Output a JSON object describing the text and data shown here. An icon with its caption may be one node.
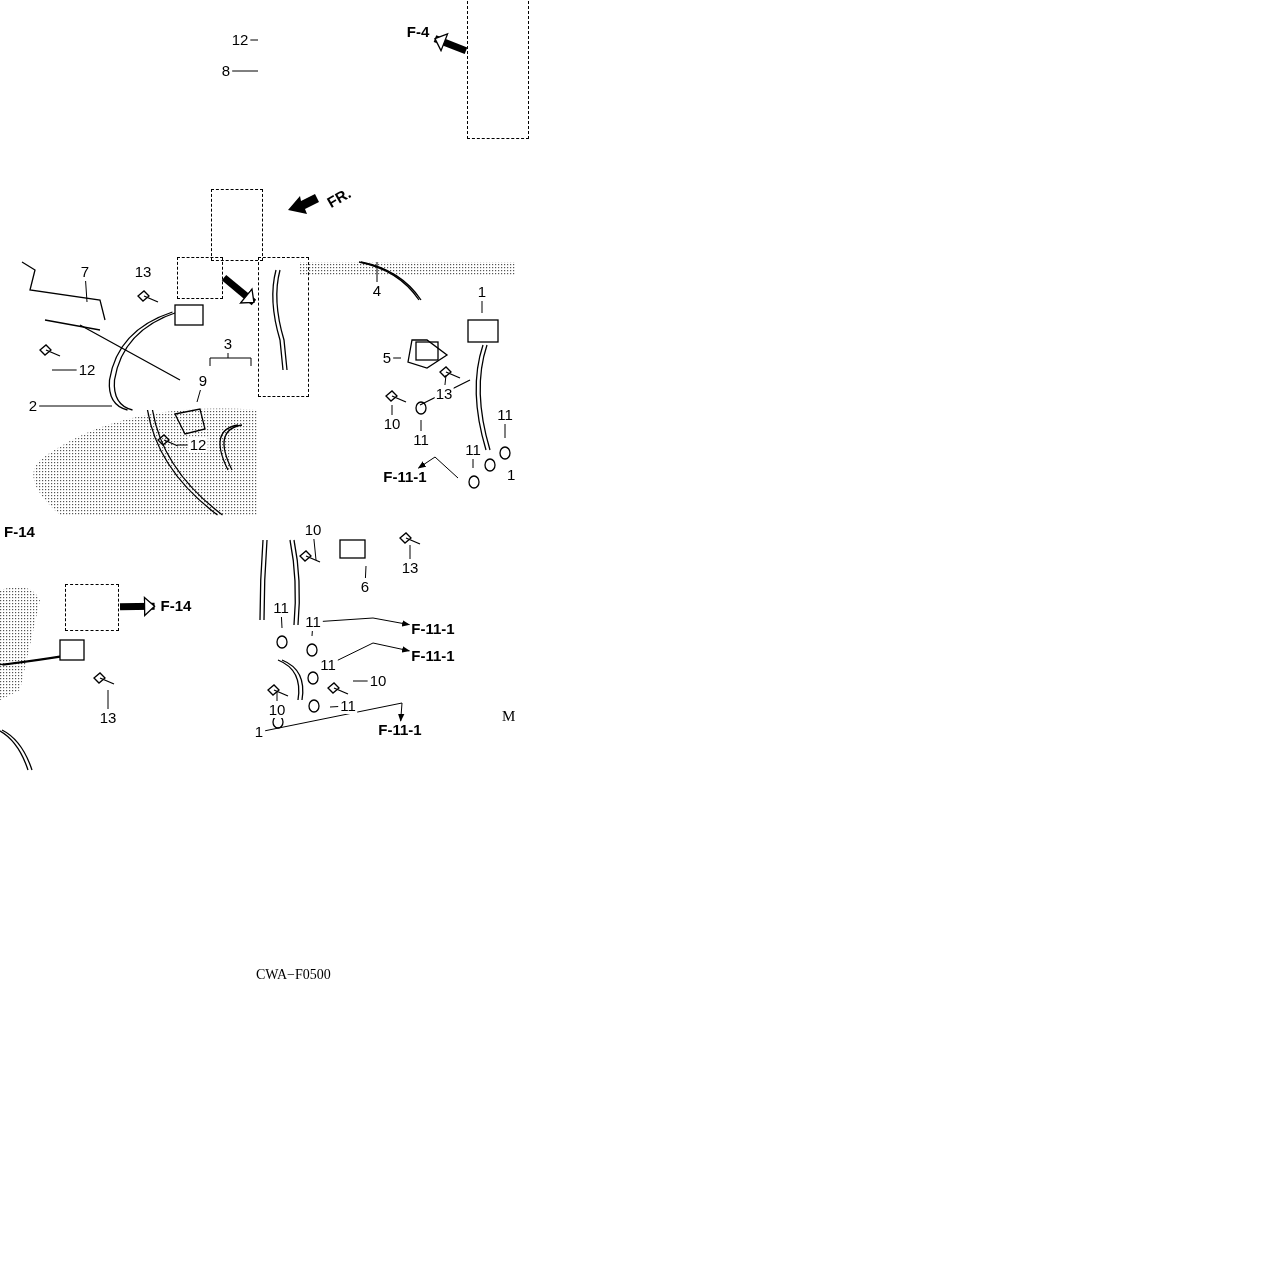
{
  "diagram": {
    "nodes": [
      {
        "text": [
          "12"
        ]
      },
      {
        "text": [
          "8"
        ]
      },
      {
        "text": [
          "F-4"
        ]
      },
      {
        "text": [],
        "shape": "box"
      },
      {
        "text": [],
        "shape": "box"
      },
      {
        "text": [
          "7"
        ]
      },
      {
        "text": [
          "13"
        ]
      },
      {
        "text": [],
        "shape": "box"
      },
      {
        "text": [],
        "shape": "box"
      },
      {
        "text": [
          "4"
        ]
      },
      {
        "text": [
          "1"
        ]
      },
      {
        "text": [
          "3"
        ]
      },
      {
        "text": [
          "5"
        ]
      },
      {
        "text": [
          "12"
        ]
      },
      {
        "text": [
          "9"
        ]
      },
      {
        "text": [
          "13"
        ]
      },
      {
        "text": [
          "2"
        ]
      },
      {
        "text": [
          "10"
        ]
      },
      {
        "text": [
          "11"
        ]
      },
      {
        "text": [
          "11"
        ]
      },
      {
        "text": [
          "12"
        ]
      },
      {
        "text": [
          "11"
        ]
      },
      {
        "text": [
          "F-11-1"
        ]
      },
      {
        "text": [
          "10"
        ]
      },
      {
        "text": [
          "13"
        ]
      },
      {
        "text": [
          "6"
        ]
      },
      {
        "text": [],
        "shape": "box"
      },
      {
        "text": [
          "F-14"
        ]
      },
      {
        "text": [
          "11"
        ]
      },
      {
        "text": [
          "11"
        ]
      },
      {
        "text": [
          "F-11-1"
        ]
      },
      {
        "text": [
          "F-11-1"
        ]
      },
      {
        "text": [
          "11"
        ]
      },
      {
        "text": [
          "10"
        ]
      },
      {
        "text": [
          "11"
        ]
      },
      {
        "text": [
          "10"
        ]
      },
      {
        "text": [
          "13"
        ]
      },
      {
        "text": [
          "F-11-1"
        ]
      },
      {
        "text": [
          "1"
        ]
      }
    ],
    "edges": [
      {
        "from": 0,
        "to": null,
        "arrow": "none"
      },
      {
        "from": 1,
        "to": null,
        "arrow": "none"
      },
      {
        "from": 3,
        "to": 2,
        "arrow": "to",
        "style": "thick"
      },
      {
        "from": 5,
        "to": null,
        "arrow": "none"
      },
      {
        "from": 7,
        "to": 8,
        "arrow": "to",
        "style": "thick"
      },
      {
        "from": 9,
        "to": null,
        "arrow": "none"
      },
      {
        "from": 10,
        "to": null,
        "arrow": "none"
      },
      {
        "from": 11,
        "to": null,
        "arrow": "none"
      },
      {
        "from": 12,
        "to": null,
        "arrow": "none"
      },
      {
        "from": 13,
        "to": null,
        "arrow": "none"
      },
      {
        "from": 14,
        "to": null,
        "arrow": "none"
      },
      {
        "from": 15,
        "to": null,
        "arrow": "none"
      },
      {
        "from": 16,
        "to": null,
        "arrow": "none"
      },
      {
        "from": 17,
        "to": null,
        "arrow": "none"
      },
      {
        "from": 18,
        "to": null,
        "arrow": "none"
      },
      {
        "from": 19,
        "to": null,
        "arrow": "none"
      },
      {
        "from": 20,
        "to": null,
        "arrow": "none"
      },
      {
        "from": 21,
        "to": null,
        "arrow": "none"
      },
      {
        "from": null,
        "to": 22,
        "arrow": "to"
      },
      {
        "from": 23,
        "to": null,
        "arrow": "none"
      },
      {
        "from": 24,
        "to": null,
        "arrow": "none"
      },
      {
        "from": 25,
        "to": null,
        "arrow": "none"
      },
      {
        "from": 26,
        "to": 27,
        "arrow": "to",
        "style": "thick"
      },
      {
        "from": 28,
        "to": null,
        "arrow": "none"
      },
      {
        "from": 29,
        "to": null,
        "arrow": "none"
      },
      {
        "from": 29,
        "to": 30,
        "arrow": "to"
      },
      {
        "from": 32,
        "to": 31,
        "arrow": "to"
      },
      {
        "from": 33,
        "to": null,
        "arrow": "none"
      },
      {
        "from": 34,
        "to": null,
        "arrow": "none"
      },
      {
        "from": 35,
        "to": null,
        "arrow": "none"
      },
      {
        "from": 36,
        "to": null,
        "arrow": "none"
      },
      {
        "from": 38,
        "to": 37,
        "arrow": "to"
      }
    ],
    "labels": [
      "FR.",
      "F-14",
      "1",
      "M",
      "CWA−F0500"
    ]
  }
}
